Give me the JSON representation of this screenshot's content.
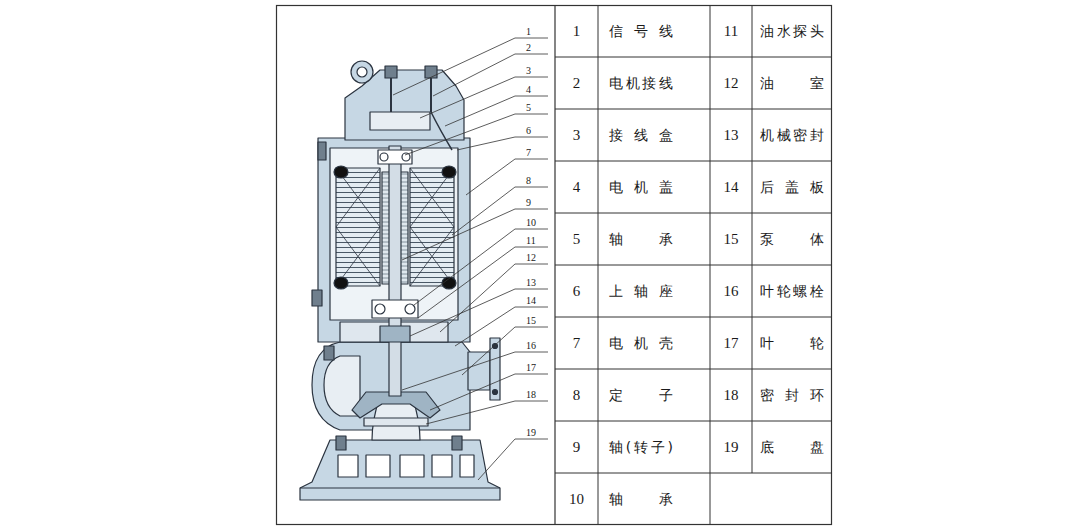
{
  "diagram": {
    "labels": [
      "1",
      "2",
      "3",
      "4",
      "5",
      "6",
      "7",
      "8",
      "9",
      "10",
      "11",
      "12",
      "13",
      "14",
      "15",
      "16",
      "17",
      "18",
      "19",
      "1",
      "信号线",
      "11",
      "油水探头",
      "2",
      "电机接线",
      "12",
      "油室",
      "3",
      "接线盒",
      "13",
      "机械密封",
      "4",
      "电机盖",
      "14",
      "后盖板",
      "5",
      "轴承",
      "15",
      "泵体",
      "6",
      "上轴座",
      "16",
      "叶轮螺栓",
      "7",
      "电机壳",
      "17",
      "叶轮",
      "8",
      "定子",
      "18",
      "密封环",
      "9",
      "轴(转子)",
      "19",
      "底盘",
      "10",
      "轴承"
    ]
  }
}
